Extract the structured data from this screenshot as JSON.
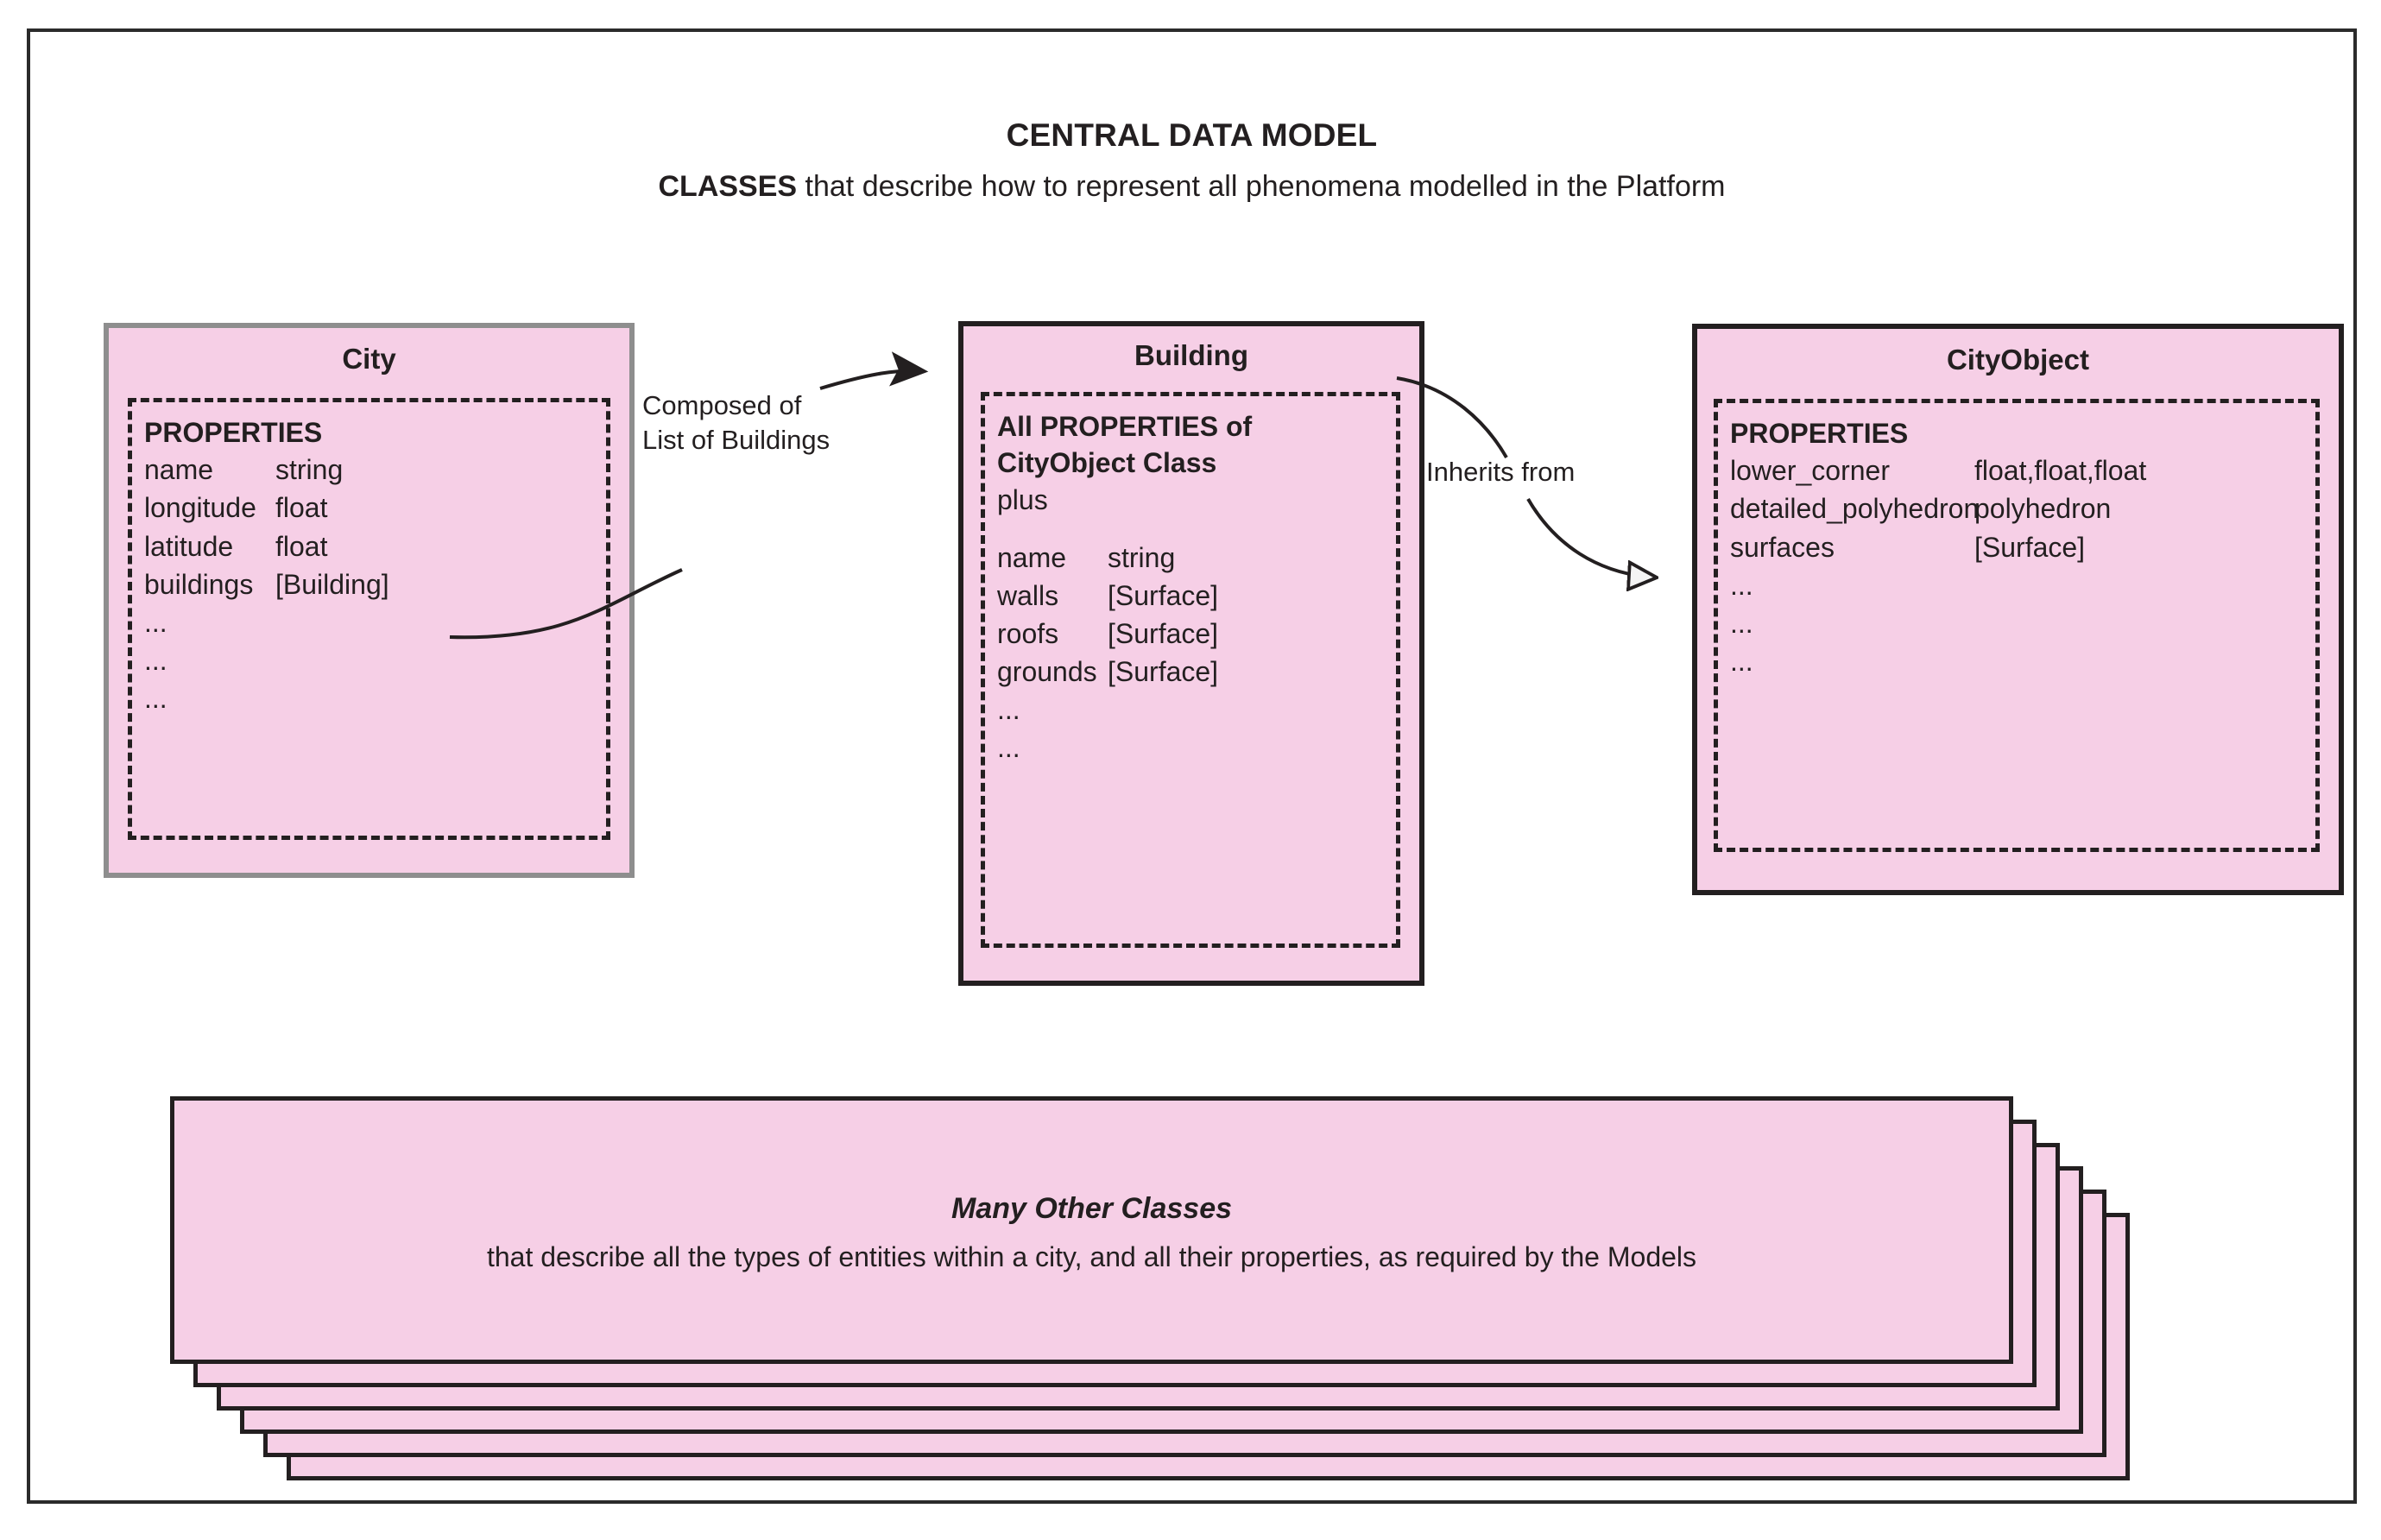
{
  "header": {
    "title": "CENTRAL DATA MODEL",
    "subtitle_lead": "CLASSES",
    "subtitle_rest": " that describe how to represent all phenomena modelled in the Platform"
  },
  "colors": {
    "class_fill": "#f6cfe6",
    "class_border_black": "#231f20",
    "class_border_gray": "#8e8e8e",
    "frame_border": "#2b2b2b",
    "text": "#231f20"
  },
  "classes": [
    {
      "name": "City",
      "border": "gray",
      "props_head": "PROPERTIES",
      "properties": [
        {
          "name": "name",
          "type": "string"
        },
        {
          "name": "longitude",
          "type": "float"
        },
        {
          "name": "latitude",
          "type": "float"
        },
        {
          "name": "buildings",
          "type": "[Building]"
        }
      ],
      "ellipsis": [
        "...",
        "...",
        "..."
      ]
    },
    {
      "name": "Building",
      "border": "black",
      "props_head_line1": "All PROPERTIES of",
      "props_head_line2": "CityObject Class",
      "props_head_plus": "plus",
      "properties": [
        {
          "name": "name",
          "type": "string"
        },
        {
          "name": "walls",
          "type": "[Surface]"
        },
        {
          "name": "roofs",
          "type": "[Surface]"
        },
        {
          "name": "grounds",
          "type": "[Surface]"
        }
      ],
      "ellipsis": [
        "...",
        "..."
      ]
    },
    {
      "name": "CityObject",
      "border": "black",
      "props_head": "PROPERTIES",
      "properties": [
        {
          "name": "lower_corner",
          "type": "float,float,float"
        },
        {
          "name": "detailed_polyhedron",
          "type": "polyhedron"
        },
        {
          "name": "surfaces",
          "type": "[Surface]"
        }
      ],
      "ellipsis": [
        "...",
        "...",
        "..."
      ]
    }
  ],
  "connectors": [
    {
      "id": "composed-of",
      "label_line1": "Composed of",
      "label_line2": "List of Buildings",
      "from": "City.buildings",
      "to": "Building",
      "arrowhead": "filled"
    },
    {
      "id": "inherits-from",
      "label_line1": "Inherits from",
      "from": "Building",
      "to": "CityObject",
      "arrowhead": "hollow-triangle"
    }
  ],
  "stack": {
    "title": "Many Other Classes",
    "subtitle": "that describe all the types of entities within a city, and all their properties, as required by the Models",
    "card_count": 6
  }
}
